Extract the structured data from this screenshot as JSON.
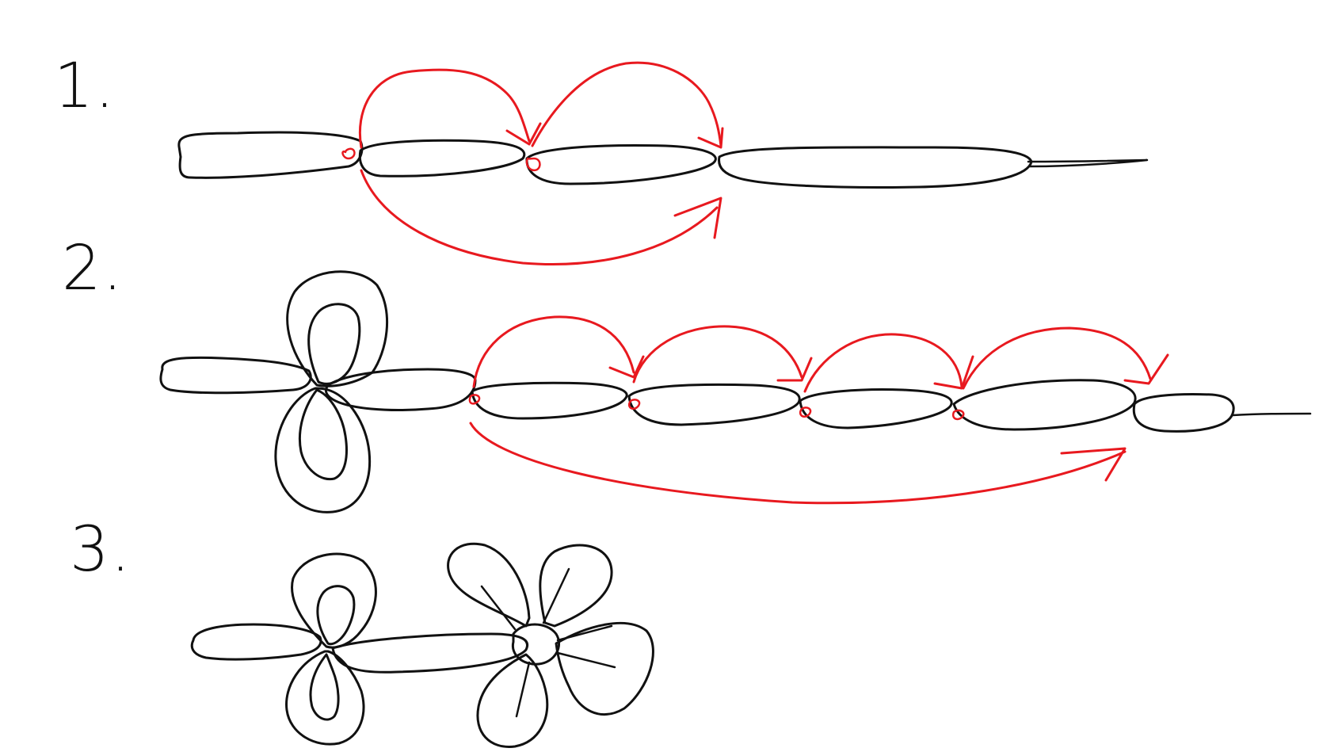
{
  "steps": [
    {
      "label": "1."
    },
    {
      "label": "2."
    },
    {
      "label": "3."
    }
  ],
  "colors": {
    "ink": "#111111",
    "guide": "#e8191f",
    "background": "#ffffff"
  }
}
